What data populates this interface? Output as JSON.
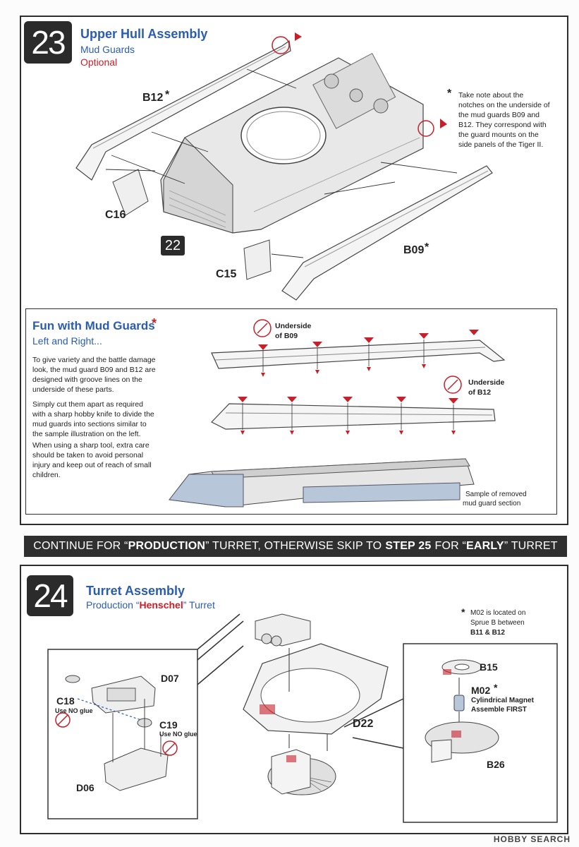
{
  "step23": {
    "number": "23",
    "title": "Upper Hull Assembly",
    "subtitle": "Mud Guards",
    "optional": "Optional",
    "parts": {
      "b12": "B12",
      "c16": "C16",
      "c15": "C15",
      "b09": "B09",
      "ref22": "22"
    },
    "asterisk": "*",
    "note": "Take note about the notches on the underside of the mud guards B09 and B12. They correspond with the guard mounts on the side panels of the Tiger II."
  },
  "fun": {
    "title": "Fun with Mud Guards",
    "subtitle": "Left and Right...",
    "para1": "To give variety and the battle damage look, the mud guard B09 and B12 are designed with groove lines on the underside of these parts.",
    "para2": "Simply cut them apart as required with a sharp hobby knife to divide the mud guards into sections similar to the sample illustration on the left.",
    "para3": "When using a sharp tool, extra care should be taken to avoid personal injury and keep out of reach of small children.",
    "underside_b09_line1": "Underside",
    "underside_b09_line2": "of B09",
    "underside_b12_line1": "Underside",
    "underside_b12_line2": "of B12",
    "sample_line1": "Sample of removed",
    "sample_line2": "mud guard section"
  },
  "banner": {
    "p1": "CONTINUE FOR “",
    "production": "PRODUCTION",
    "p2": "” TURRET, OTHERWISE SKIP TO",
    "step": "STEP 25",
    "p3": "FOR “",
    "early": "EARLY",
    "p4": "” TURRET"
  },
  "step24": {
    "number": "24",
    "title": "Turret Assembly",
    "subtitle_pre": "Production “",
    "subtitle_red": "Henschel",
    "subtitle_post": "” Turret",
    "parts": {
      "d07": "D07",
      "c18": "C18",
      "c19": "C19",
      "d06": "D06",
      "d22": "D22",
      "b15": "B15",
      "m02": "M02",
      "b26": "B26"
    },
    "no_glue": "Use NO glue",
    "magnet": "Cylindrical Magnet",
    "assemble": "Assemble FIRST",
    "m02_note_1": "M02 is located on",
    "m02_note_2": "Sprue B between",
    "m02_note_3": "B11 & B12"
  },
  "watermark": "HOBBY SEARCH",
  "colors": {
    "blue": "#2a5cb0",
    "red": "#c8202a",
    "dark": "#2b2b2b"
  }
}
